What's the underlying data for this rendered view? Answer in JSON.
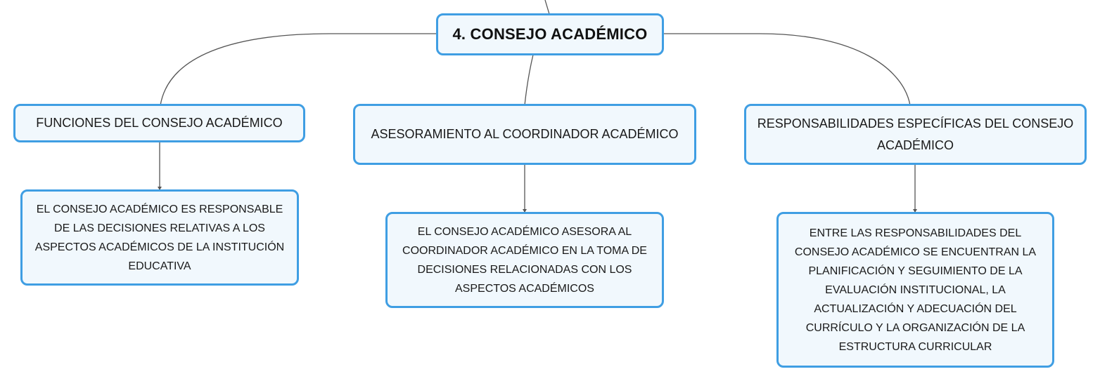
{
  "diagram": {
    "root": {
      "label": "4. CONSEJO ACADÉMICO"
    },
    "branches": [
      {
        "label": "FUNCIONES DEL CONSEJO ACADÉMICO",
        "detail": "EL CONSEJO ACADÉMICO ES RESPONSABLE DE LAS DECISIONES RELATIVAS A LOS ASPECTOS ACADÉMICOS DE LA INSTITUCIÓN EDUCATIVA"
      },
      {
        "label": "ASESORAMIENTO AL COORDINADOR ACADÉMICO",
        "detail": "EL CONSEJO ACADÉMICO ASESORA AL COORDINADOR ACADÉMICO EN LA TOMA DE DECISIONES RELACIONADAS CON LOS ASPECTOS ACADÉMICOS"
      },
      {
        "label": "RESPONSABILIDADES ESPECÍFICAS DEL CONSEJO ACADÉMICO",
        "detail": "ENTRE LAS RESPONSABILIDADES DEL CONSEJO ACADÉMICO SE ENCUENTRAN LA PLANIFICACIÓN Y SEGUIMIENTO DE LA EVALUACIÓN INSTITUCIONAL, LA ACTUALIZACIÓN Y ADECUACIÓN DEL CURRÍCULO Y LA ORGANIZACIÓN DE LA ESTRUCTURA CURRICULAR"
      }
    ]
  },
  "colors": {
    "node_border": "#3f9ee3",
    "node_fill": "#f1f8fd",
    "connector": "#555555"
  }
}
